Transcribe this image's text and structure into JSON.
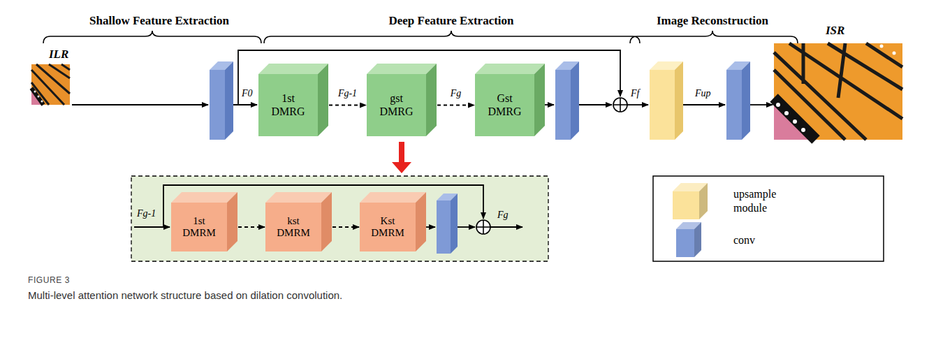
{
  "diagram": {
    "caption": "Multi-level attention network structure based on dilation convolution.",
    "nodes": [
      {
        "text": [
          "1st DMRG"
        ]
      },
      {
        "text": [
          "gst DMRG"
        ]
      },
      {
        "text": [
          "Gst DMRG"
        ]
      },
      {
        "text": [
          "1st DMRM"
        ]
      },
      {
        "text": [
          "kst DMRM"
        ]
      },
      {
        "text": [
          "Kst DMRM"
        ]
      }
    ],
    "edges": [
      {
        "from": 0,
        "to": 1,
        "arrow": "to",
        "label": "Fg-1"
      },
      {
        "from": 1,
        "to": 2,
        "arrow": "to",
        "label": "Fg"
      },
      {
        "from": 3,
        "to": 4,
        "arrow": "to"
      },
      {
        "from": 4,
        "to": 5,
        "arrow": "to"
      }
    ],
    "labels": [
      "Shallow Feature Extraction",
      "Deep Feature Extraction",
      "Image Reconstruction",
      "ILR",
      "F0",
      "Ff",
      "Fup",
      "ISR",
      "Fg-1",
      "Fg",
      "FIGURE 3"
    ],
    "legend": [
      {
        "text": "upsample module",
        "color": "#fbe29a"
      },
      {
        "text": "conv",
        "color": "#7f9ad6"
      }
    ]
  }
}
